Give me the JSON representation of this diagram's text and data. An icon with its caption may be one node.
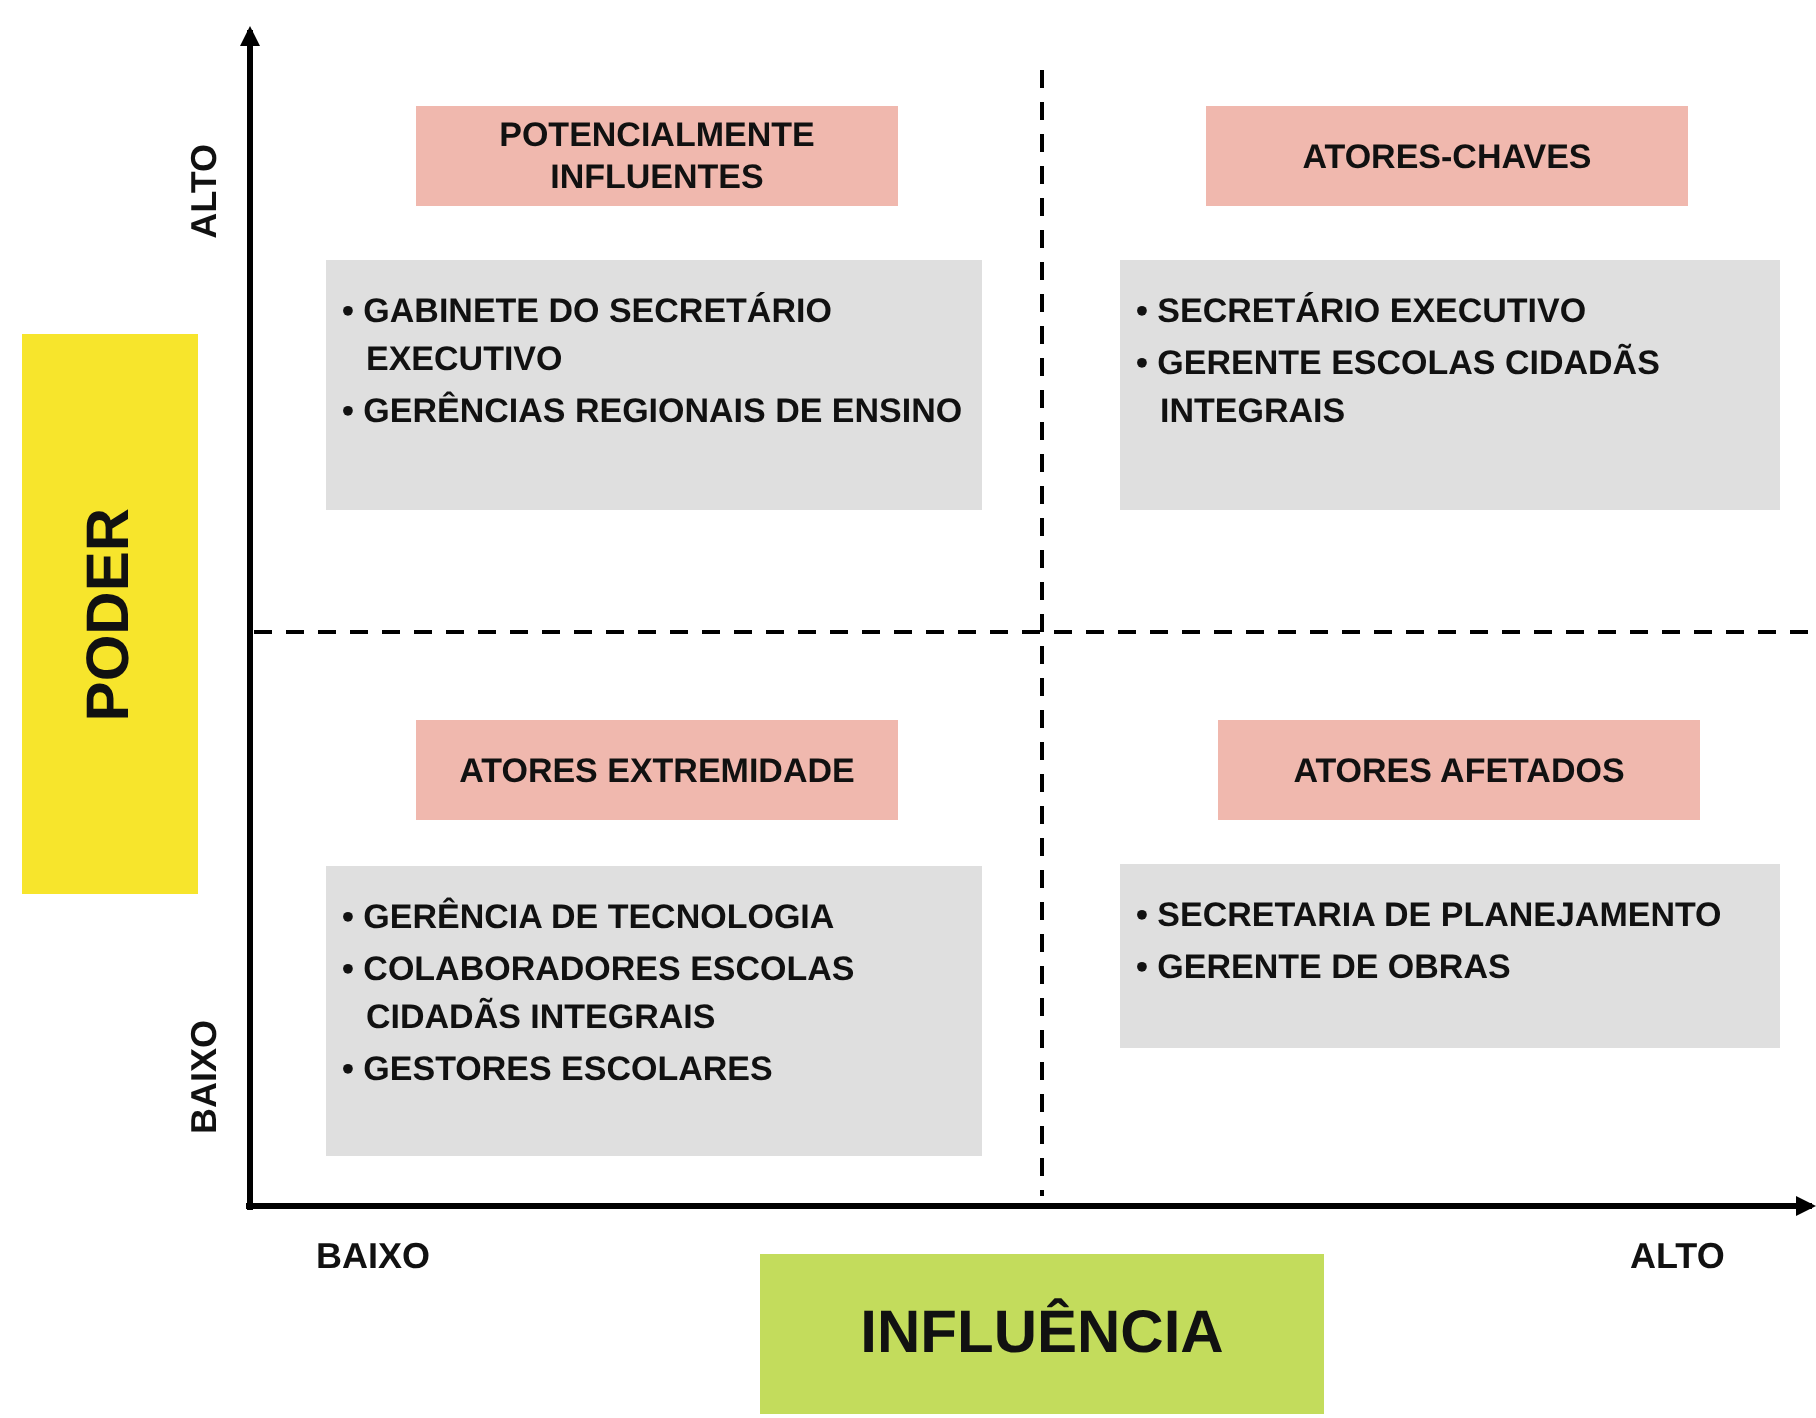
{
  "diagram": {
    "nodes": [
      {
        "text": [
          "POTENCIALMENTE INFLUENTES"
        ]
      },
      {
        "text": [
          "ATORES-CHAVES"
        ]
      },
      {
        "text": [
          "• GABINETE DO SECRETÁRIO EXECUTIVO",
          "• GERÊNCIAS REGIONAIS DE ENSINO"
        ]
      },
      {
        "text": [
          "• SECRETÁRIO EXECUTIVO",
          "• GERENTE ESCOLAS CIDADÃS INTEGRAIS"
        ]
      },
      {
        "text": [
          "ATORES EXTREMIDADE"
        ]
      },
      {
        "text": [
          "ATORES AFETADOS"
        ]
      },
      {
        "text": [
          "• GERÊNCIA DE TECNOLOGIA",
          "• COLABORADORES ESCOLAS CIDADÃS INTEGRAIS",
          "• GESTORES ESCOLARES"
        ]
      },
      {
        "text": [
          "• SECRETARIA DE PLANEJAMENTO",
          "• GERENTE DE OBRAS"
        ]
      },
      {
        "text": [
          "PODER"
        ]
      },
      {
        "text": [
          "INFLUÊNCIA"
        ]
      }
    ],
    "edges": [],
    "labels": [
      "ALTO",
      "BAIXO",
      "BAIXO",
      "ALTO"
    ]
  }
}
